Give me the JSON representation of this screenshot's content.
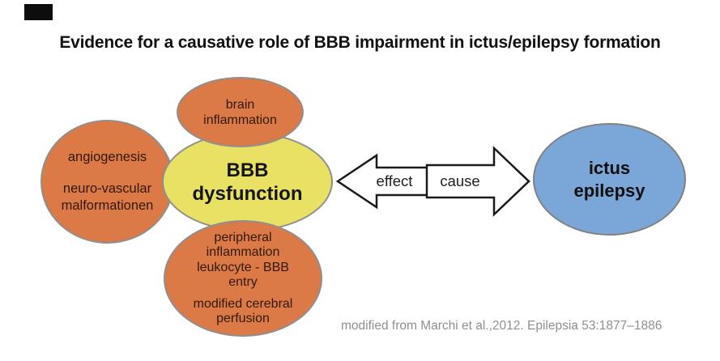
{
  "title": "Evidence for a causative role of BBB impairment in ictus/epilepsy formation",
  "colors": {
    "orange_fill": "#dc7a47",
    "yellow_fill": "#e8e163",
    "blue_fill": "#7ba6d8",
    "ellipse_border": "#8f8f8f",
    "arrow_outline": "#1a1a1a",
    "citation_gray": "#8f8f8f"
  },
  "nodes": {
    "brain_inflammation": {
      "lines": [
        "brain",
        "inflammation"
      ]
    },
    "angiogenesis": {
      "lines": [
        "angiogenesis",
        "neuro-vascular",
        "malformationen"
      ]
    },
    "bbb_dysfunction": {
      "lines": [
        "BBB",
        "dysfunction"
      ]
    },
    "peripheral": {
      "lines": [
        "peripheral",
        "inflammation",
        "leukocyte - BBB",
        "entry",
        "modified cerebral",
        "perfusion"
      ]
    },
    "ictus_epilepsy": {
      "lines": [
        "ictus",
        "epilepsy"
      ]
    }
  },
  "arrow": {
    "left_label": "effect",
    "right_label": "cause"
  },
  "citation": "modified from Marchi et al.,2012. Epilepsia 53:1877–1886"
}
